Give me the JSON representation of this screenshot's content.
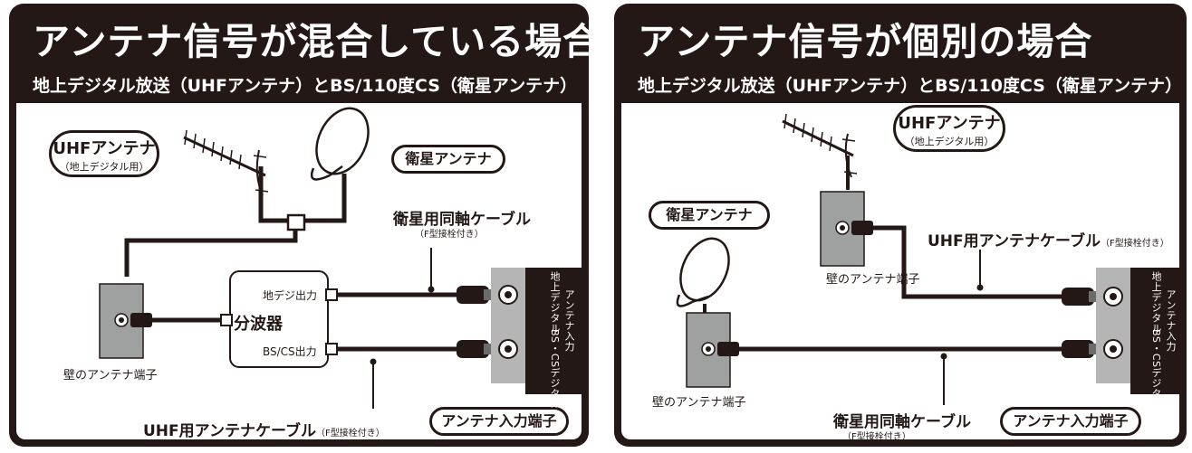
{
  "left": {
    "title": "アンテナ信号が混合している場合",
    "subtitle": "地上デジタル放送（UHFアンテナ）とBS/110度CS（衛星アンテナ）",
    "uhf_antenna": "UHFアンテナ",
    "uhf_antenna_sub": "（地上デジタル用）",
    "sat_antenna": "衛星アンテナ",
    "sat_cable": "衛星用同軸ケーブル",
    "sat_cable_sub": "（F型接栓付き）",
    "splitter_out1": "地デジ出力",
    "splitter_out2": "BS/CS出力",
    "splitter": "分波器",
    "wall_terminal": "壁のアンテナ端子",
    "uhf_cable": "UHF用アンテナケーブル",
    "uhf_cable_sub": "（F型接栓付き）",
    "input_terminal": "アンテナ入力端子",
    "tv_label1": "地上デジタル",
    "tv_label2": "アンテナ入力",
    "tv_label3": "BS・CSデジタル"
  },
  "right": {
    "title": "アンテナ信号が個別の場合",
    "subtitle": "地上デジタル放送（UHFアンテナ）とBS/110度CS（衛星アンテナ）",
    "uhf_antenna": "UHFアンテナ",
    "uhf_antenna_sub": "（地上デジタル用）",
    "sat_antenna": "衛星アンテナ",
    "wall_terminal_1": "壁のアンテナ端子",
    "uhf_cable": "UHF用アンテナケーブル",
    "uhf_cable_sub": "（F型接栓付き）",
    "wall_terminal_2": "壁のアンテナ端子",
    "sat_cable": "衛星用同軸ケーブル",
    "sat_cable_sub": "（F型接栓付き）",
    "input_terminal": "アンテナ入力端子",
    "tv_label1": "地上デジタル",
    "tv_label2": "アンテナ入力",
    "tv_label3": "BS・CSデジタル"
  },
  "colors": {
    "dark": "#231815",
    "plate": "#9fa0a0",
    "plate_dark": "#6b6c6c",
    "white": "#ffffff"
  }
}
